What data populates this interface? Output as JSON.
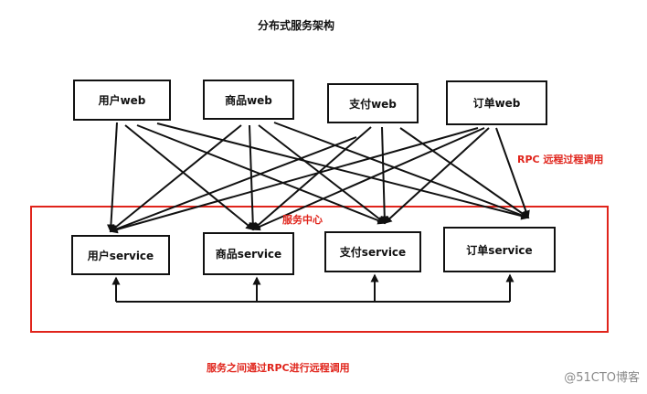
{
  "title": "分布式服务架构",
  "web_nodes": [
    {
      "id": "user-web",
      "label": "用户web"
    },
    {
      "id": "goods-web",
      "label": "商品web"
    },
    {
      "id": "pay-web",
      "label": "支付web"
    },
    {
      "id": "order-web",
      "label": "订单web"
    }
  ],
  "service_nodes": [
    {
      "id": "user-service",
      "label": "用户service"
    },
    {
      "id": "goods-service",
      "label": "商品service"
    },
    {
      "id": "pay-service",
      "label": "支付service"
    },
    {
      "id": "order-service",
      "label": "订单service"
    }
  ],
  "service_center_label": "服务中心",
  "rpc_label": "RPC 远程过程调用",
  "bottom_note": "服务之间通过RPC进行远程调用",
  "watermark": "@51CTO博客",
  "colors": {
    "accent_red": "#e0241b",
    "line": "#111111"
  }
}
